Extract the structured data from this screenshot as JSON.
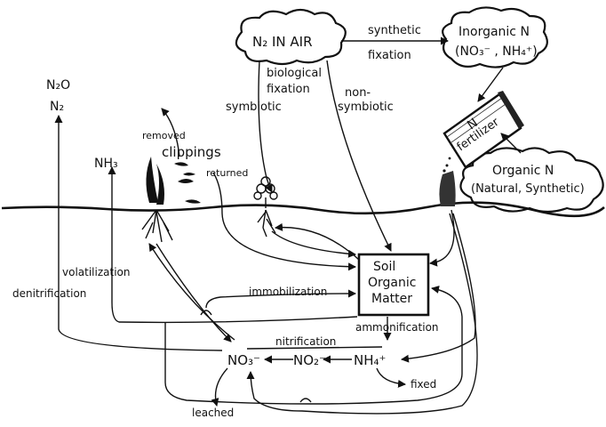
{
  "labels": {
    "n2_in_air": "N₂  IN AIR",
    "synthetic_fixation_1": "synthetic",
    "synthetic_fixation_2": "fixation",
    "inorganic_n_1": "Inorganic N",
    "inorganic_n_2": "(NO₃⁻ , NH₄⁺)",
    "biological_fixation_1": "biological",
    "biological_fixation_2": "fixation",
    "symbiotic": "symbiotic",
    "non_symbiotic_1": "non-",
    "non_symbiotic_2": "symbiotic",
    "n_fertilizer_1": "N",
    "n_fertilizer_2": "fertilizer",
    "organic_n_1": "Organic N",
    "organic_n_2": "(Natural, Synthetic)",
    "n2o": "N₂O",
    "n2": "N₂",
    "removed": "removed",
    "clippings": "clippings",
    "returned": "returned",
    "nh3": "NH₃",
    "soil_om_1": "Soil",
    "soil_om_2": "Organic",
    "soil_om_3": "Matter",
    "volatilization": "volatilization",
    "immobilization": "immobilization",
    "denitrification": "denitrification",
    "ammonification": "ammonification",
    "nitrification": "nitrification",
    "nh4": "NH₄⁺",
    "no2": "NO₂⁻",
    "no3": "NO₃⁻",
    "fixed": "fixed",
    "leached": "leached"
  }
}
